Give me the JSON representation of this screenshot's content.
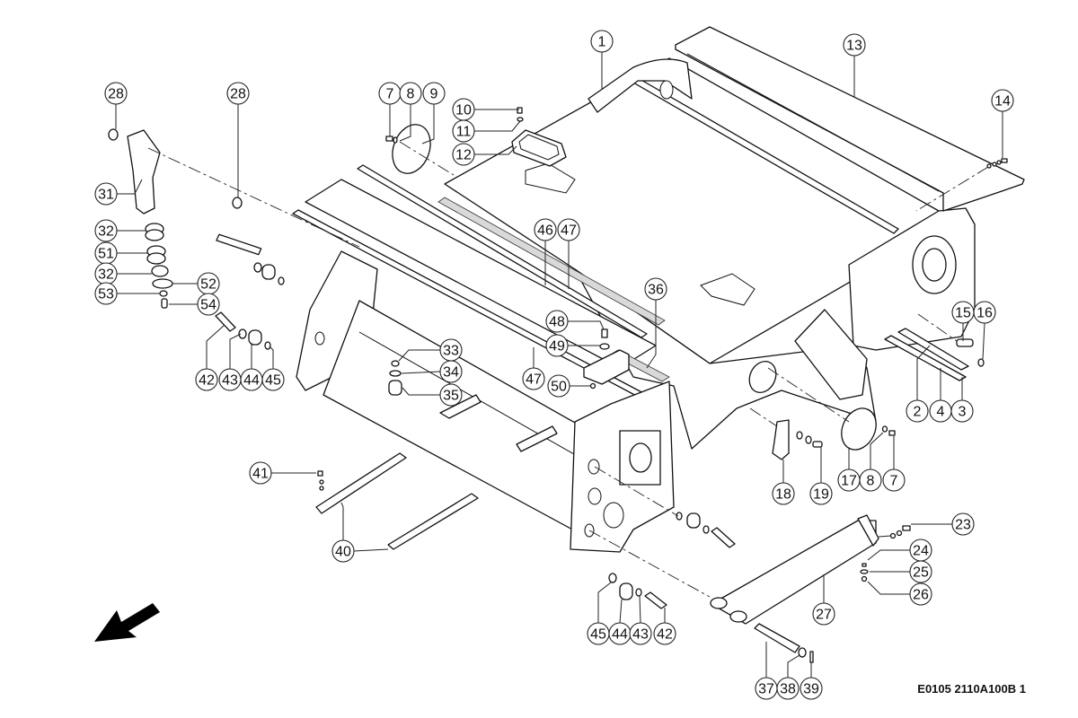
{
  "diagram": {
    "type": "exploded-parts-diagram",
    "drawing_id": "E0105 2110A100B 1",
    "orientation_arrow": "direction-arrow-down-left",
    "callouts": [
      {
        "id": "c1",
        "label": "1"
      },
      {
        "id": "c13",
        "label": "13"
      },
      {
        "id": "c14",
        "label": "14"
      },
      {
        "id": "c28a",
        "label": "28"
      },
      {
        "id": "c28b",
        "label": "28"
      },
      {
        "id": "c7a",
        "label": "7"
      },
      {
        "id": "c8a",
        "label": "8"
      },
      {
        "id": "c9",
        "label": "9"
      },
      {
        "id": "c10",
        "label": "10"
      },
      {
        "id": "c11",
        "label": "11"
      },
      {
        "id": "c12",
        "label": "12"
      },
      {
        "id": "c31",
        "label": "31"
      },
      {
        "id": "c32a",
        "label": "32"
      },
      {
        "id": "c51",
        "label": "51"
      },
      {
        "id": "c32b",
        "label": "32"
      },
      {
        "id": "c52",
        "label": "52"
      },
      {
        "id": "c53",
        "label": "53"
      },
      {
        "id": "c54",
        "label": "54"
      },
      {
        "id": "c42a",
        "label": "42"
      },
      {
        "id": "c43a",
        "label": "43"
      },
      {
        "id": "c44a",
        "label": "44"
      },
      {
        "id": "c45a",
        "label": "45"
      },
      {
        "id": "c46",
        "label": "46"
      },
      {
        "id": "c47a",
        "label": "47"
      },
      {
        "id": "c36",
        "label": "36"
      },
      {
        "id": "c48",
        "label": "48"
      },
      {
        "id": "c49",
        "label": "49"
      },
      {
        "id": "c47b",
        "label": "47"
      },
      {
        "id": "c50",
        "label": "50"
      },
      {
        "id": "c33",
        "label": "33"
      },
      {
        "id": "c34",
        "label": "34"
      },
      {
        "id": "c35",
        "label": "35"
      },
      {
        "id": "c15",
        "label": "15"
      },
      {
        "id": "c16",
        "label": "16"
      },
      {
        "id": "c2",
        "label": "2"
      },
      {
        "id": "c4",
        "label": "4"
      },
      {
        "id": "c3",
        "label": "3"
      },
      {
        "id": "c18",
        "label": "18"
      },
      {
        "id": "c19",
        "label": "19"
      },
      {
        "id": "c17",
        "label": "17"
      },
      {
        "id": "c8b",
        "label": "8"
      },
      {
        "id": "c7b",
        "label": "7"
      },
      {
        "id": "c41",
        "label": "41"
      },
      {
        "id": "c40",
        "label": "40"
      },
      {
        "id": "c23",
        "label": "23"
      },
      {
        "id": "c24",
        "label": "24"
      },
      {
        "id": "c25",
        "label": "25"
      },
      {
        "id": "c26",
        "label": "26"
      },
      {
        "id": "c27",
        "label": "27"
      },
      {
        "id": "c45b",
        "label": "45"
      },
      {
        "id": "c44b",
        "label": "44"
      },
      {
        "id": "c43b",
        "label": "43"
      },
      {
        "id": "c42b",
        "label": "42"
      },
      {
        "id": "c37",
        "label": "37"
      },
      {
        "id": "c38",
        "label": "38"
      },
      {
        "id": "c39",
        "label": "39"
      }
    ]
  }
}
